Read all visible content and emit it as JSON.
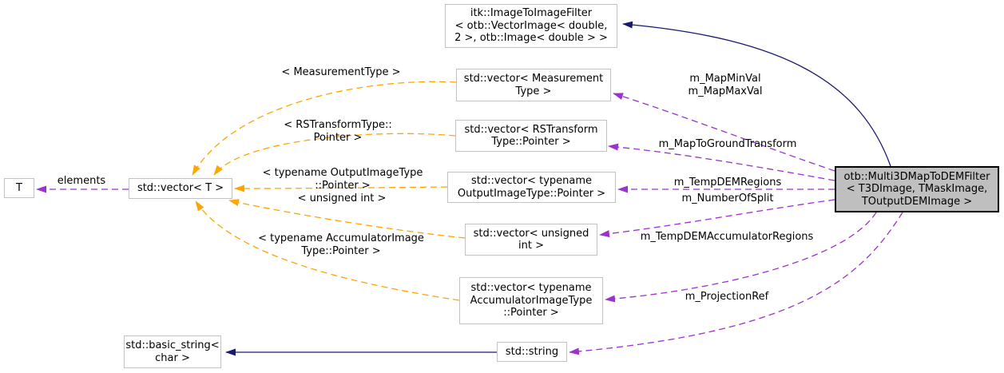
{
  "nodes": {
    "itk_filter": {
      "label": "itk::ImageToImageFilter\n< otb::VectorImage< double,\n2 >, otb::Image< double > >"
    },
    "vector_measurement": {
      "label": "std::vector< Measurement\nType >"
    },
    "vector_rstransform": {
      "label": "std::vector< RSTransform\nType::Pointer >"
    },
    "vector_outputimage": {
      "label": "std::vector< typename\nOutputImageType::Pointer >"
    },
    "vector_unsigned": {
      "label": "std::vector< unsigned\nint >"
    },
    "vector_accumulator": {
      "label": "std::vector< typename\nAccumulatorImageType\n::Pointer >"
    },
    "string": {
      "label": "std::string"
    },
    "basic_string": {
      "label": "std::basic_string<\nchar >"
    },
    "t": {
      "label": "T"
    },
    "vector_t": {
      "label": "std::vector< T >"
    },
    "main": {
      "label": "otb::Multi3DMapToDEMFilter\n< T3DImage, TMaskImage,\nTOutputDEMImage >"
    }
  },
  "edge_labels": {
    "elements": "elements",
    "measurement_type": "< MeasurementType >",
    "rstransform_pointer": "< RSTransformType::\nPointer >",
    "outputimage_pointer": "< typename OutputImageType\n::Pointer >",
    "unsigned_int": "< unsigned int >",
    "accumulator_pointer": "< typename AccumulatorImage\nType::Pointer >",
    "map_minmax": "m_MapMinVal\nm_MapMaxVal",
    "map_to_ground": "m_MapToGroundTransform",
    "tempdem_regions": "m_TempDEMRegions",
    "number_of_split": "m_NumberOfSplit",
    "tempdem_accumulator": "m_TempDEMAccumulatorRegions",
    "projection_ref": "m_ProjectionRef"
  },
  "colors": {
    "inheritance_edge": "#191970",
    "usage_edge": "#9a32cd",
    "template_edge": "#ffa500",
    "node_border": "#c2c2c2",
    "node_fill": "#ffffff",
    "selected_node_fill": "#bfbfbf",
    "selected_node_border": "#000000",
    "text": "#000000",
    "background": "#ffffff"
  }
}
